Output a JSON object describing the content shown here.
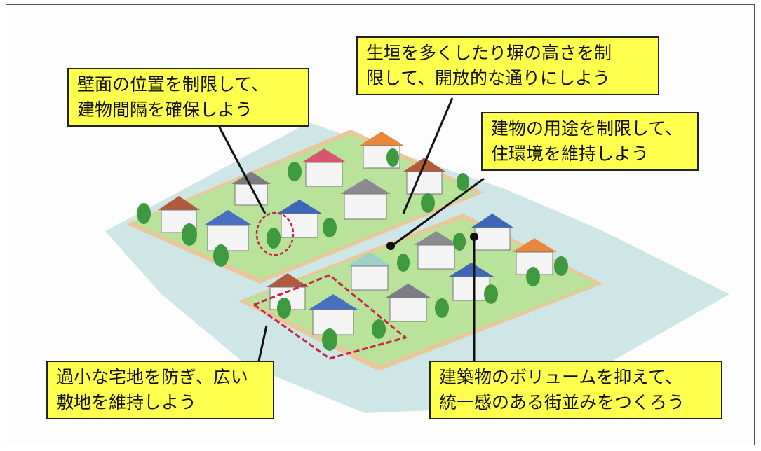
{
  "callouts": {
    "wall_position": {
      "line1": "壁面の位置を制限して、",
      "line2": "建物間隔を確保しよう"
    },
    "hedge_fence": {
      "line1": "生垣を多くしたり塀の高さを制",
      "line2": "限して、開放的な通りにしよう"
    },
    "building_use": {
      "line1": "建物の用途を制限して、",
      "line2": "住環境を維持しよう"
    },
    "lot_size": {
      "line1": "過小な宅地を防ぎ、広い",
      "line2": "敷地を維持しよう"
    },
    "volume": {
      "line1": "建築物のボリュームを抑えて、",
      "line2": "統一感のある街並みをつくろう"
    }
  },
  "colors": {
    "callout_fill": "#ffff4d",
    "lawn": "#b9e29a",
    "road_ground": "#cfe6e6",
    "tree": "#3f9a3f",
    "highlight_dashed": "#c8244a"
  }
}
